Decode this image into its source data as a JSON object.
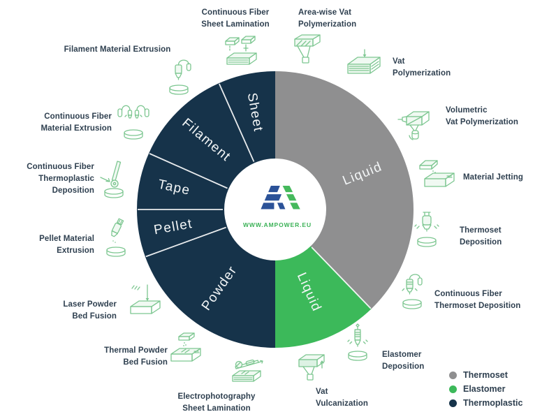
{
  "brand": {
    "website": "WWW.AMPOWER.EU",
    "logo_blue": "#2b5298",
    "logo_green": "#45b95c"
  },
  "colors": {
    "thermoset_gray": "#8f8f90",
    "elastomer_green": "#3cb95a",
    "thermoplastic_navy": "#16334a",
    "icon_green": "#7cc690",
    "label_text": "#2f4050"
  },
  "donut": {
    "outer_radius": 198,
    "inner_radius": 73,
    "wedges": [
      {
        "id": "liquid-thermoset",
        "label": "Liquid",
        "material": "Thermoset",
        "color": "#8f8f90",
        "start_deg": 0,
        "end_deg": 136,
        "label_radius": 135,
        "label_rotation": -22
      },
      {
        "id": "liquid-elastomer",
        "label": "Liquid",
        "material": "Elastomer",
        "color": "#3cb95a",
        "start_deg": 136,
        "end_deg": 180,
        "label_radius": 128,
        "label_rotation": 66
      },
      {
        "id": "powder",
        "label": "Powder",
        "material": "Thermoplastic",
        "color": "#16334a",
        "start_deg": 180,
        "end_deg": 250,
        "label_radius": 138,
        "label_rotation": -55
      },
      {
        "id": "pellet",
        "label": "Pellet",
        "material": "Thermoplastic",
        "color": "#16334a",
        "start_deg": 250,
        "end_deg": 270,
        "label_radius": 148,
        "label_rotation": -10
      },
      {
        "id": "tape",
        "label": "Tape",
        "material": "Thermoplastic",
        "color": "#16334a",
        "start_deg": 270,
        "end_deg": 294,
        "label_radius": 148,
        "label_rotation": 12
      },
      {
        "id": "filament",
        "label": "Filament",
        "material": "Thermoplastic",
        "color": "#16334a",
        "start_deg": 294,
        "end_deg": 336,
        "label_radius": 140,
        "label_rotation": 40
      },
      {
        "id": "sheet",
        "label": "Sheet",
        "material": "Thermoplastic",
        "color": "#16334a",
        "start_deg": 336,
        "end_deg": 360,
        "label_radius": 142,
        "label_rotation": 80
      }
    ],
    "divider_angles": [
      136,
      250,
      270,
      294,
      336
    ]
  },
  "legend": {
    "items": [
      {
        "label": "Thermoset",
        "color": "#8f8f90"
      },
      {
        "label": "Elastomer",
        "color": "#3cb95a"
      },
      {
        "label": "Thermoplastic",
        "color": "#16334a"
      }
    ]
  },
  "technologies": [
    {
      "icon": "area-wise-vat-polymerization-icon",
      "name": "Area-wise Vat Polymerization",
      "lines": [
        "Area-wise Vat",
        "Polymerization"
      ]
    },
    {
      "icon": "vat-polymerization-icon",
      "name": "Vat Polymerization",
      "lines": [
        "Vat",
        "Polymerization"
      ]
    },
    {
      "icon": "volumetric-vat-polymerization-icon",
      "name": "Volumetric Vat Polymerization",
      "lines": [
        "Volumetric",
        "Vat Polymerization"
      ]
    },
    {
      "icon": "material-jetting-icon",
      "name": "Material Jetting",
      "lines": [
        "Material Jetting"
      ]
    },
    {
      "icon": "thermoset-deposition-icon",
      "name": "Thermoset Deposition",
      "lines": [
        "Thermoset",
        "Deposition"
      ]
    },
    {
      "icon": "continuous-fiber-thermoset-deposition-icon",
      "name": "Continuous Fiber Thermoset Deposition",
      "lines": [
        "Continuous Fiber",
        "Thermoset Deposition"
      ]
    },
    {
      "icon": "elastomer-deposition-icon",
      "name": "Elastomer Deposition",
      "lines": [
        "Elastomer",
        "Deposition"
      ]
    },
    {
      "icon": "vat-vulcanization-icon",
      "name": "Vat Vulcanization",
      "lines": [
        "Vat",
        "Vulcanization"
      ]
    },
    {
      "icon": "electrophotography-sheet-lamination-icon",
      "name": "Electrophotography Sheet Lamination",
      "lines": [
        "Electrophotography",
        "Sheet Lamination"
      ]
    },
    {
      "icon": "thermal-powder-bed-fusion-icon",
      "name": "Thermal Powder Bed Fusion",
      "lines": [
        "Thermal Powder",
        "Bed Fusion"
      ]
    },
    {
      "icon": "laser-powder-bed-fusion-icon",
      "name": "Laser Powder Bed Fusion",
      "lines": [
        "Laser Powder",
        "Bed Fusion"
      ]
    },
    {
      "icon": "pellet-material-extrusion-icon",
      "name": "Pellet Material Extrusion",
      "lines": [
        "Pellet Material",
        "Extrusion"
      ]
    },
    {
      "icon": "continuous-fiber-thermoplastic-deposition-icon",
      "name": "Continuous Fiber Thermoplastic Deposition",
      "lines": [
        "Continuous Fiber",
        "Thermoplastic",
        "Deposition"
      ]
    },
    {
      "icon": "continuous-fiber-material-extrusion-icon",
      "name": "Continuous Fiber Material Extrusion",
      "lines": [
        "Continuous Fiber",
        "Material Extrusion"
      ]
    },
    {
      "icon": "filament-material-extrusion-icon",
      "name": "Filament Material Extrusion",
      "lines": [
        "Filament Material Extrusion"
      ]
    },
    {
      "icon": "continuous-fiber-sheet-lamination-icon",
      "name": "Continuous Fiber Sheet Lamination",
      "lines": [
        "Continuous Fiber",
        "Sheet Lamination"
      ]
    }
  ]
}
